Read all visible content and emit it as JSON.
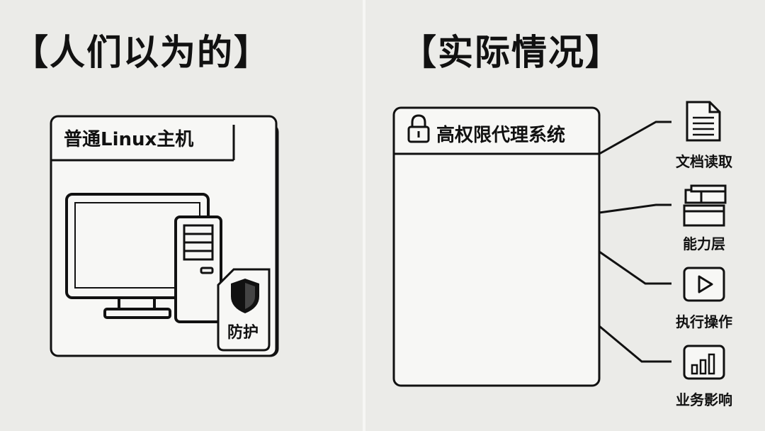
{
  "left": {
    "heading": "【人们以为的】",
    "host_title": "普通Linux主机",
    "protect_label": "防护"
  },
  "right": {
    "heading": "【实际情况】",
    "agent_title": "高权限代理系统",
    "capabilities": [
      {
        "label": "文档读取",
        "icon": "document-icon"
      },
      {
        "label": "能力层",
        "icon": "boxes-icon"
      },
      {
        "label": "执行操作",
        "icon": "play-icon"
      },
      {
        "label": "业务影响",
        "icon": "bar-chart-icon"
      }
    ]
  }
}
